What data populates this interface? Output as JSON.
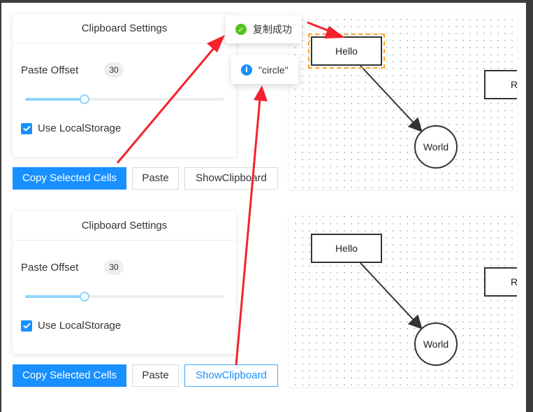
{
  "colors": {
    "primary": "#1890ff",
    "slider": "#91d5ff",
    "success": "#52c41a",
    "info": "#1890ff",
    "annotation": "#f5222d",
    "selection": "#f5a623"
  },
  "panels": [
    {
      "card_title": "Clipboard Settings",
      "paste_offset_label": "Paste Offset",
      "paste_offset_value": "30",
      "slider_fraction": 0.3,
      "local_storage_label": "Use LocalStorage",
      "local_storage_checked": true,
      "copy_button": "Copy Selected Cells",
      "paste_button": "Paste",
      "show_clipboard_button": "ShowClipboard",
      "nodes": {
        "hello": "Hello",
        "world": "World",
        "partial": "R"
      }
    },
    {
      "card_title": "Clipboard Settings",
      "paste_offset_label": "Paste Offset",
      "paste_offset_value": "30",
      "slider_fraction": 0.3,
      "local_storage_label": "Use LocalStorage",
      "local_storage_checked": true,
      "copy_button": "Copy Selected Cells",
      "paste_button": "Paste",
      "show_clipboard_button": "ShowClipboard",
      "nodes": {
        "hello": "Hello",
        "world": "World",
        "partial": "R"
      }
    }
  ],
  "toasts": {
    "success": {
      "icon": "check-circle-icon",
      "text": "复制成功"
    },
    "info": {
      "icon": "info-circle-icon",
      "text": "\"circle\""
    }
  }
}
